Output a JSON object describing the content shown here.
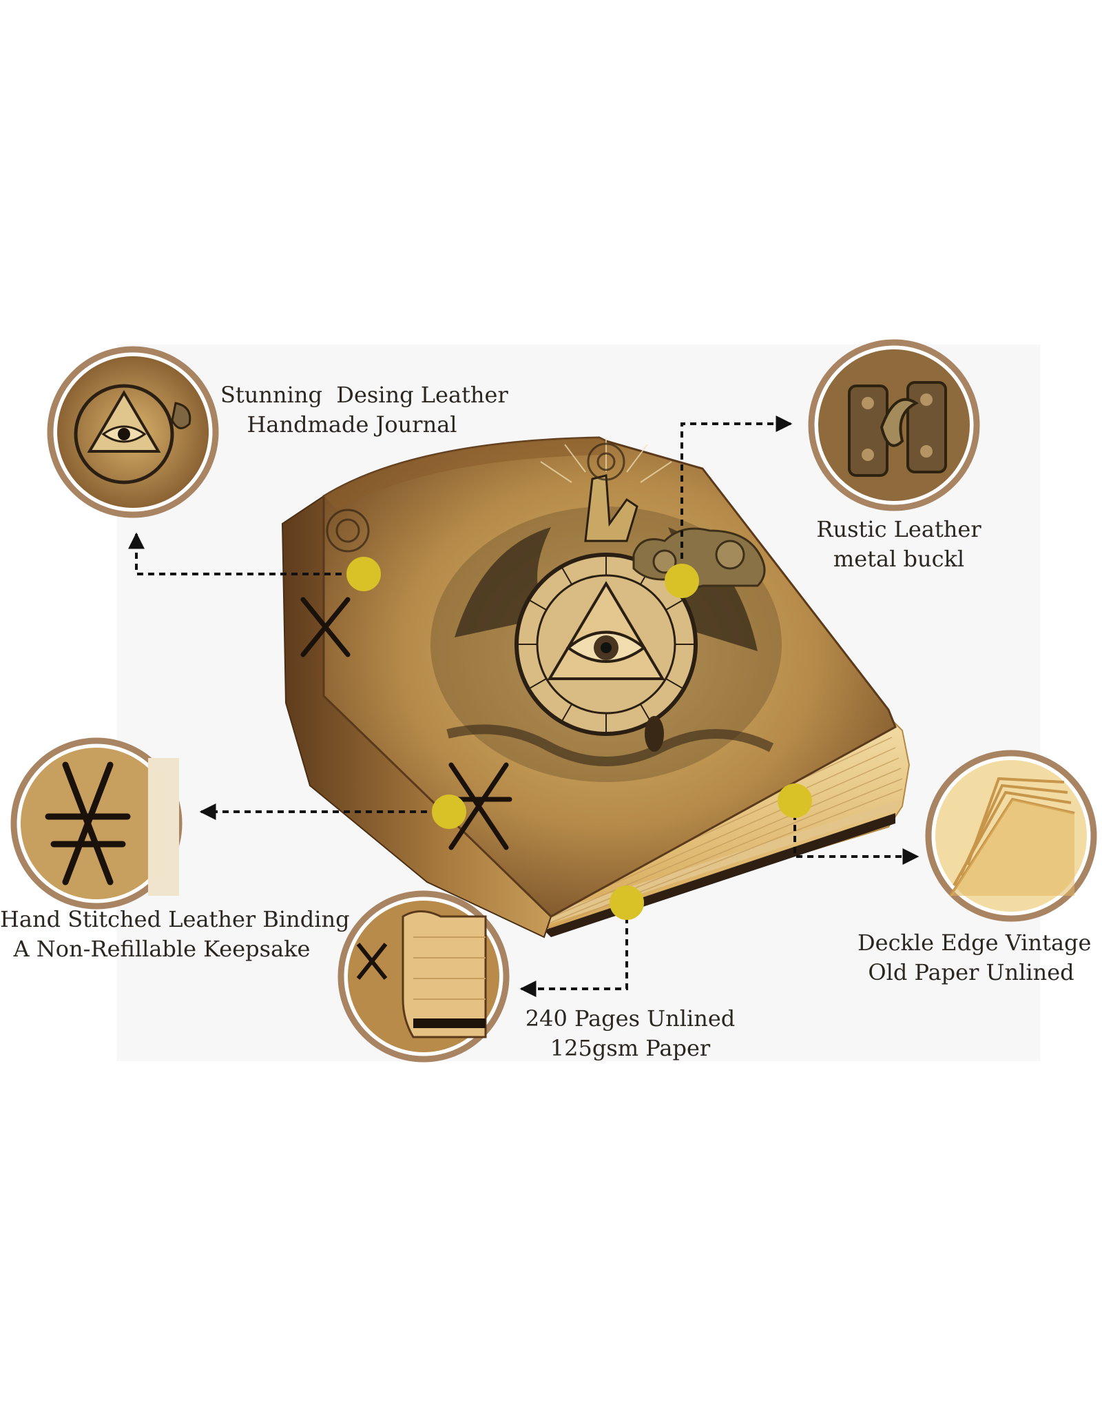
{
  "callouts": {
    "design": {
      "line1": "Stunning  Desing Leather",
      "line2": "Handmade Journal"
    },
    "buckle": {
      "line1": "Rustic Leather",
      "line2": "metal buckl"
    },
    "binding": {
      "line1": "Hand Stitched Leather Binding",
      "line2": "A Non-Refillable Keepsake"
    },
    "deckle": {
      "line1": "Deckle Edge Vintage",
      "line2": "Old Paper Unlined"
    },
    "pages": {
      "line1": "240 Pages Unlined",
      "line2": "125gsm Paper"
    }
  },
  "colors": {
    "marker": "#d9c227",
    "ring": "#a88462",
    "arrow": "#111111",
    "leather": "#b48a4c",
    "leather_dark": "#6e4a25",
    "paper": "#e8c98a"
  }
}
